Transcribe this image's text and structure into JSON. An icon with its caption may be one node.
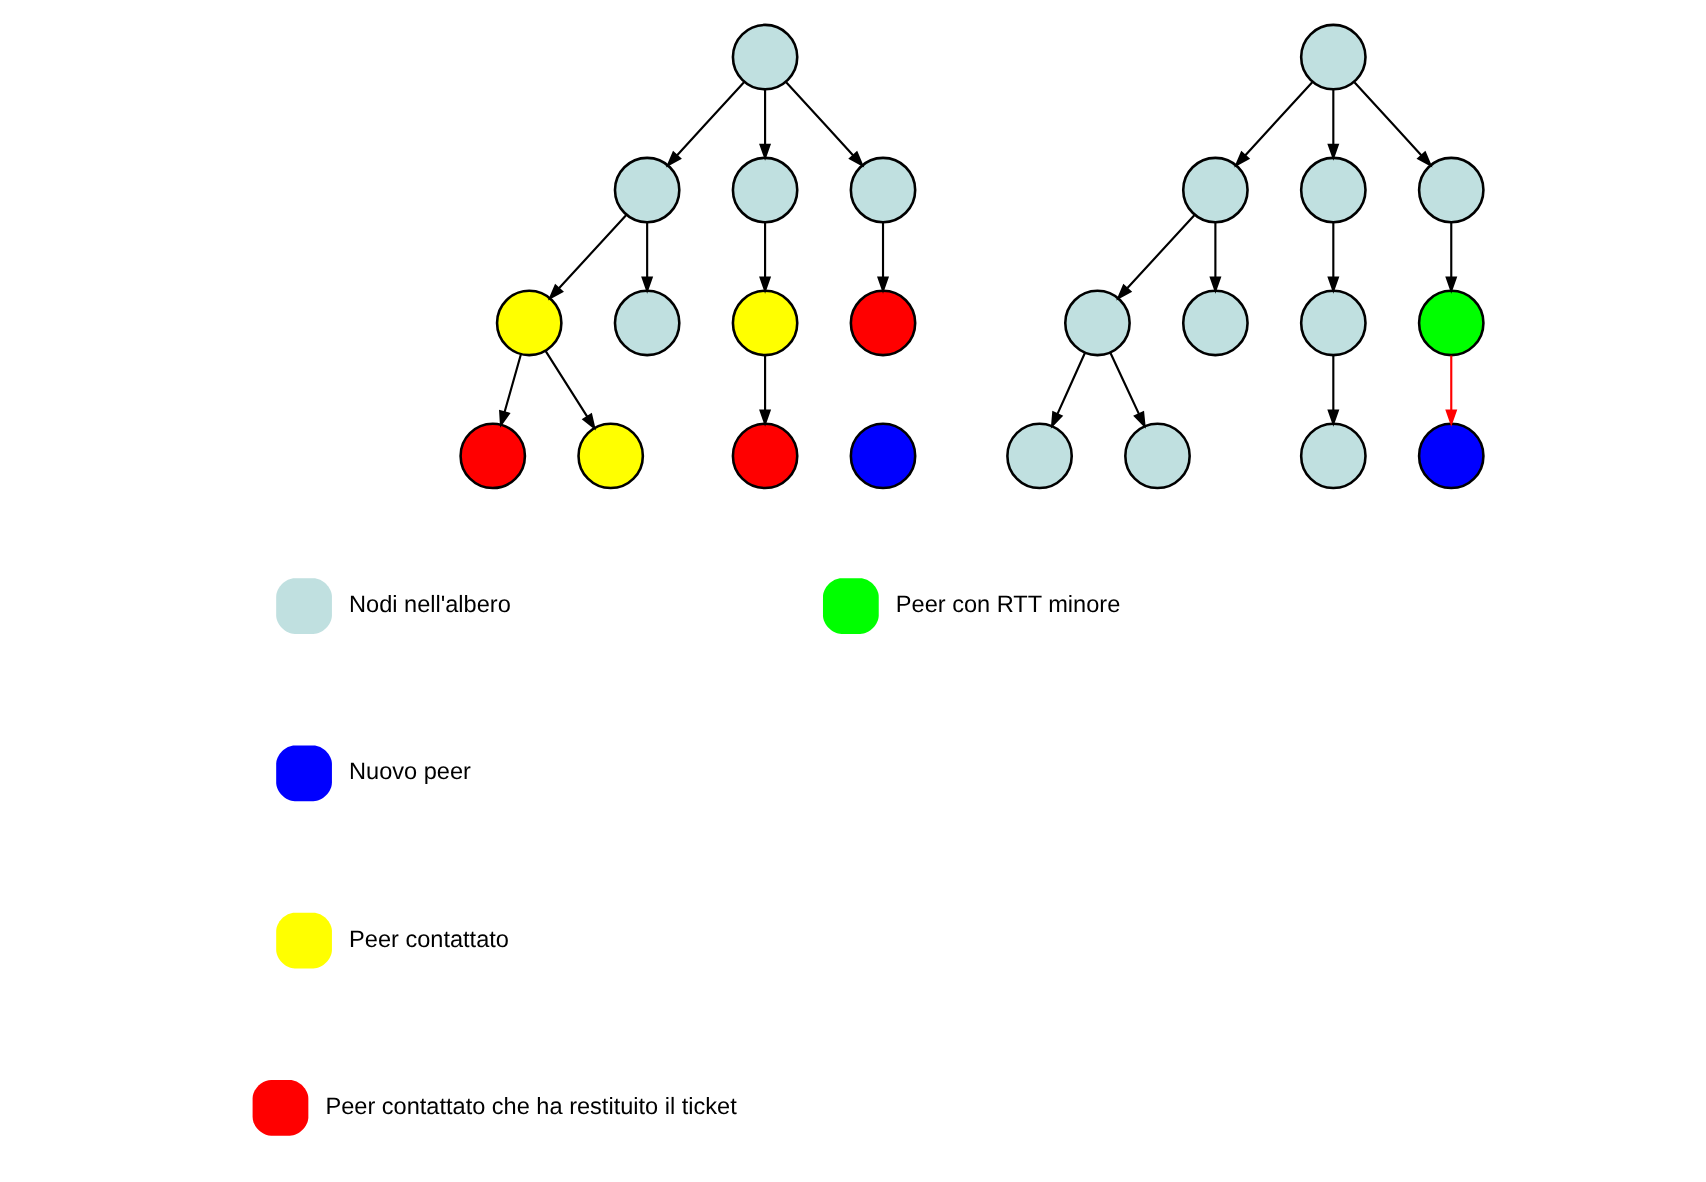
{
  "diagram": {
    "nodes": [
      {
        "text": [],
        "shape": "circle"
      },
      {
        "text": [],
        "shape": "circle"
      },
      {
        "text": [],
        "shape": "circle"
      },
      {
        "text": [],
        "shape": "circle"
      },
      {
        "text": [],
        "shape": "circle"
      },
      {
        "text": [],
        "shape": "circle"
      },
      {
        "text": [],
        "shape": "circle"
      },
      {
        "text": [],
        "shape": "circle"
      },
      {
        "text": [],
        "shape": "circle"
      },
      {
        "text": [],
        "shape": "circle"
      },
      {
        "text": [],
        "shape": "circle"
      },
      {
        "text": [],
        "shape": "circle"
      },
      {
        "text": [],
        "shape": "circle"
      },
      {
        "text": [],
        "shape": "circle"
      },
      {
        "text": [],
        "shape": "circle"
      },
      {
        "text": [],
        "shape": "circle"
      },
      {
        "text": [],
        "shape": "circle"
      },
      {
        "text": [],
        "shape": "circle"
      },
      {
        "text": [],
        "shape": "circle"
      },
      {
        "text": [],
        "shape": "circle"
      },
      {
        "text": [],
        "shape": "circle"
      },
      {
        "text": [],
        "shape": "circle"
      },
      {
        "text": [],
        "shape": "circle"
      },
      {
        "text": [],
        "shape": "circle"
      }
    ],
    "edges": [
      {
        "from": 0,
        "to": 1,
        "arrow": "to"
      },
      {
        "from": 0,
        "to": 2,
        "arrow": "to"
      },
      {
        "from": 0,
        "to": 3,
        "arrow": "to"
      },
      {
        "from": 1,
        "to": 4,
        "arrow": "to"
      },
      {
        "from": 1,
        "to": 5,
        "arrow": "to"
      },
      {
        "from": 2,
        "to": 6,
        "arrow": "to"
      },
      {
        "from": 3,
        "to": 7,
        "arrow": "to"
      },
      {
        "from": 4,
        "to": 8,
        "arrow": "to"
      },
      {
        "from": 4,
        "to": 9,
        "arrow": "to"
      },
      {
        "from": 6,
        "to": 10,
        "arrow": "to"
      },
      {
        "from": 12,
        "to": 13,
        "arrow": "to"
      },
      {
        "from": 12,
        "to": 14,
        "arrow": "to"
      },
      {
        "from": 12,
        "to": 15,
        "arrow": "to"
      },
      {
        "from": 13,
        "to": 16,
        "arrow": "to"
      },
      {
        "from": 13,
        "to": 17,
        "arrow": "to"
      },
      {
        "from": 14,
        "to": 18,
        "arrow": "to"
      },
      {
        "from": 15,
        "to": 19,
        "arrow": "to"
      },
      {
        "from": 16,
        "to": 20,
        "arrow": "to"
      },
      {
        "from": 16,
        "to": 21,
        "arrow": "to"
      },
      {
        "from": 18,
        "to": 22,
        "arrow": "to"
      },
      {
        "from": 19,
        "to": 23,
        "arrow": "to",
        "color": "#ff0000"
      }
    ],
    "legend": [
      {
        "text": "Nodi nell'albero",
        "color": "#c0e0e0"
      },
      {
        "text": "Nuovo peer",
        "color": "#0000ff"
      },
      {
        "text": "Peer contattato",
        "color": "#ffff00"
      },
      {
        "text": "Peer contattato che ha restituito il ticket",
        "color": "#ff0000"
      },
      {
        "text": "Peer con RTT minore",
        "color": "#00ff00"
      }
    ]
  }
}
